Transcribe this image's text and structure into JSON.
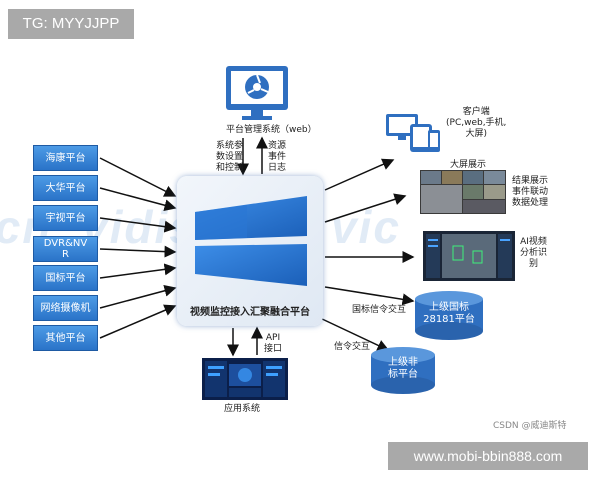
{
  "tag": "TG: MYYJJPP",
  "watermark": ".cn, vidisit.cn, vic",
  "mgmt": {
    "label": "平台管理系统（web）"
  },
  "left_note": [
    "系统参",
    "数设置",
    "和控制"
  ],
  "right_note": [
    "资源",
    "事件",
    "日志"
  ],
  "sources": [
    {
      "label": "海康平台"
    },
    {
      "label": "大华平台"
    },
    {
      "label": "宇视平台"
    },
    {
      "label": "DVR&NV\nR"
    },
    {
      "label": "国标平台"
    },
    {
      "label": "网络摄像机"
    },
    {
      "label": "其他平台"
    }
  ],
  "core_label": "视频监控接入汇聚融合平台",
  "api_label": [
    "API",
    "接口"
  ],
  "app_label": "应用系统",
  "client": {
    "label": [
      "客户端",
      "(PC,web,手机,",
      "大屏)"
    ]
  },
  "bigscreen": {
    "title": "大屏展示",
    "note": [
      "结果展示",
      "事件联动",
      "数据处理"
    ]
  },
  "ai": {
    "label": [
      "AI视频",
      "分析识",
      "别"
    ]
  },
  "gb_interact": "国标信令交互",
  "signal_interact": "信令交互",
  "upper_gb": [
    "上级国标",
    "28181平台"
  ],
  "upper_nongb": [
    "上级非",
    "标平台"
  ],
  "footer_credit": "CSDN @威迪斯特",
  "footer_url": "www.mobi-bbin888.com",
  "colors": {
    "primary_blue": "#2a73c8",
    "dark_blue": "#1e5aa3",
    "tag_gray": "#a9a9a9"
  }
}
